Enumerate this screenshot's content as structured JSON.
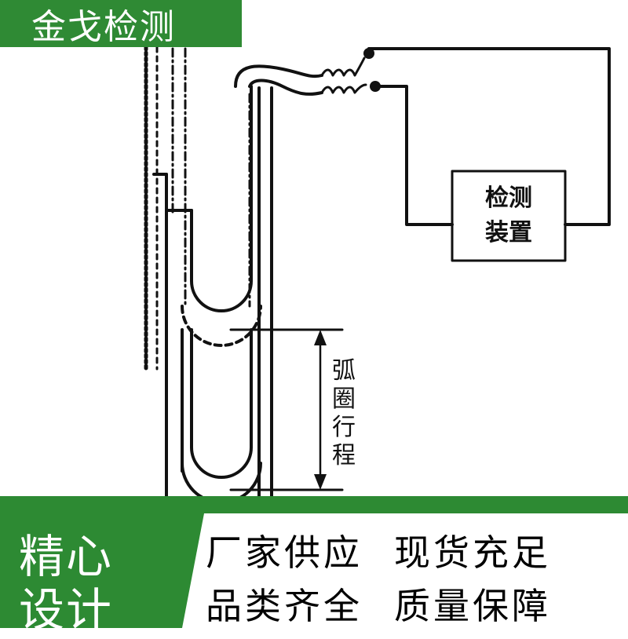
{
  "watermark": {
    "text": "金戈检测"
  },
  "diagram": {
    "device_line1": "检测",
    "device_line2": "装置",
    "stroke_label_chars": [
      "弧",
      "圈",
      "行",
      "程"
    ]
  },
  "banner": {
    "left_line1": "精心",
    "left_line2": "设计",
    "right_line1a": "厂家供应",
    "right_line1b": "现货充足",
    "right_line2a": "品类齐全",
    "right_line2b": "质量保障"
  },
  "colors": {
    "brand_green": "#2d8a33",
    "ink": "#111111"
  }
}
